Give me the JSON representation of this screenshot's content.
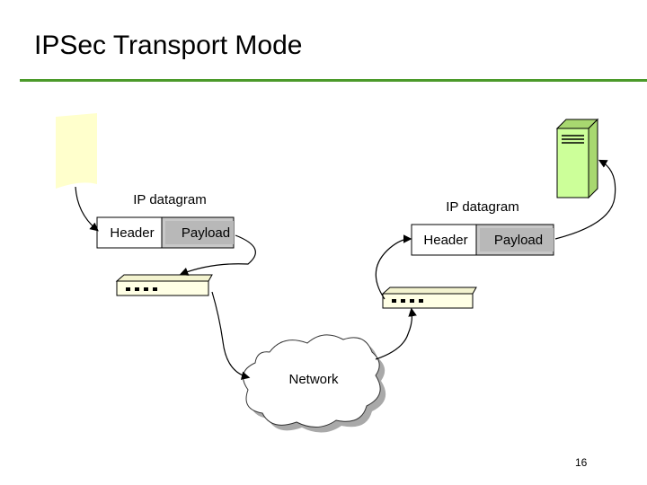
{
  "title": "IPSec Transport Mode",
  "left_datagram": {
    "caption": "IP datagram",
    "header": "Header",
    "payload": "Payload"
  },
  "right_datagram": {
    "caption": "IP datagram",
    "header": "Header",
    "payload": "Payload"
  },
  "network_label": "Network",
  "slide_number": "16",
  "colors": {
    "accent_rule": "#4b9a2a",
    "host_fill": "#ffffcc",
    "server_fill": "#ccff99",
    "payload_fill": "#c8c8c8",
    "router_fill": "#ffffe5"
  }
}
